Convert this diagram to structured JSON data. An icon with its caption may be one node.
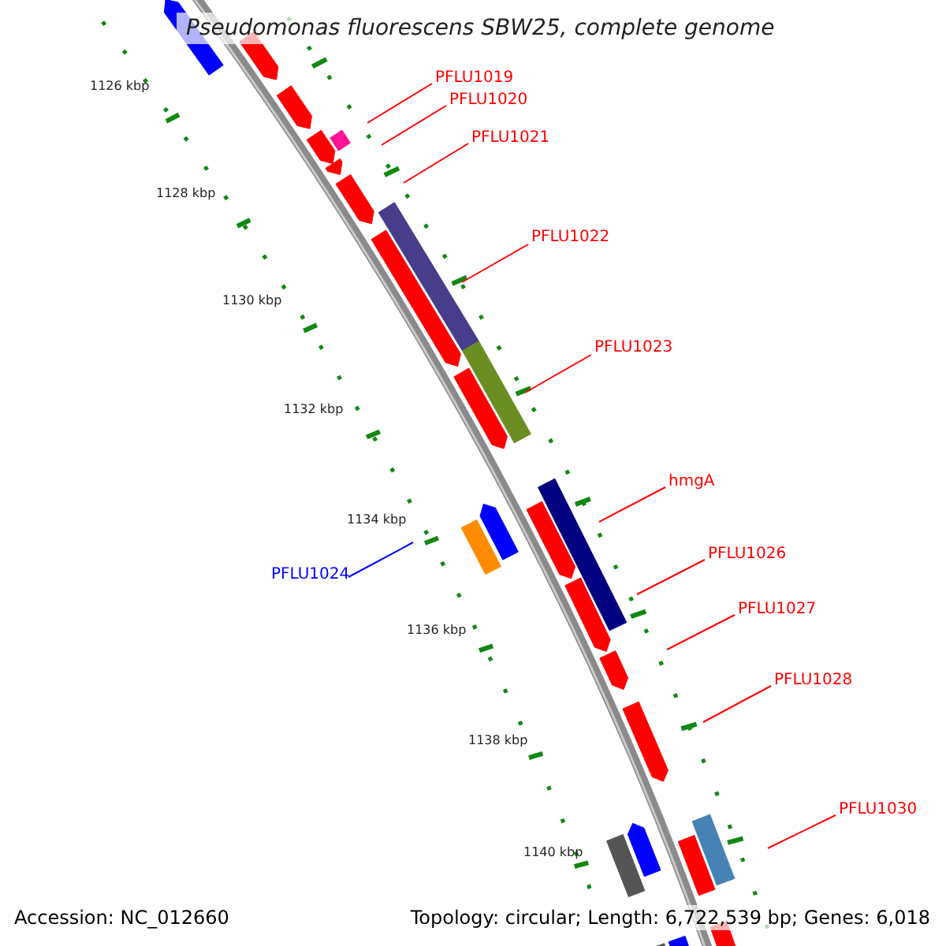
{
  "diagram": {
    "title": "Pseudomonas fluorescens SBW25, complete genome",
    "nodes": [
      {
        "text": [
          "PFLU1019"
        ]
      },
      {
        "text": [
          "PFLU1020"
        ]
      },
      {
        "text": [
          "PFLU1021"
        ]
      },
      {
        "text": [
          "PFLU1022"
        ]
      },
      {
        "text": [
          "PFLU1023"
        ]
      },
      {
        "text": [
          "hmgA"
        ]
      },
      {
        "text": [
          "PFLU1026"
        ]
      },
      {
        "text": [
          "PFLU1024"
        ]
      },
      {
        "text": [
          "PFLU1027"
        ]
      },
      {
        "text": [
          "PFLU1028"
        ]
      },
      {
        "text": [
          "PFLU1030"
        ]
      }
    ],
    "edges": [
      {
        "from": 0,
        "to": null,
        "arrow": "none"
      },
      {
        "from": 1,
        "to": null,
        "arrow": "none"
      },
      {
        "from": 2,
        "to": null,
        "arrow": "none"
      },
      {
        "from": 3,
        "to": null,
        "arrow": "none"
      },
      {
        "from": 4,
        "to": null,
        "arrow": "none"
      },
      {
        "from": 5,
        "to": null,
        "arrow": "none"
      },
      {
        "from": 6,
        "to": null,
        "arrow": "none"
      },
      {
        "from": 7,
        "to": null,
        "arrow": "none",
        "color": "#0000ff"
      },
      {
        "from": 8,
        "to": null,
        "arrow": "none"
      },
      {
        "from": 9,
        "to": null,
        "arrow": "none"
      },
      {
        "from": 10,
        "to": null,
        "arrow": "none"
      }
    ],
    "labels": [
      "1126 kbp",
      "1128 kbp",
      "1130 kbp",
      "1132 kbp",
      "1134 kbp",
      "1136 kbp",
      "1138 kbp",
      "1140 kbp",
      "Accession: NC_012660",
      "Topology: circular; Length: 6,722,539 bp; Genes: 6,018"
    ]
  }
}
